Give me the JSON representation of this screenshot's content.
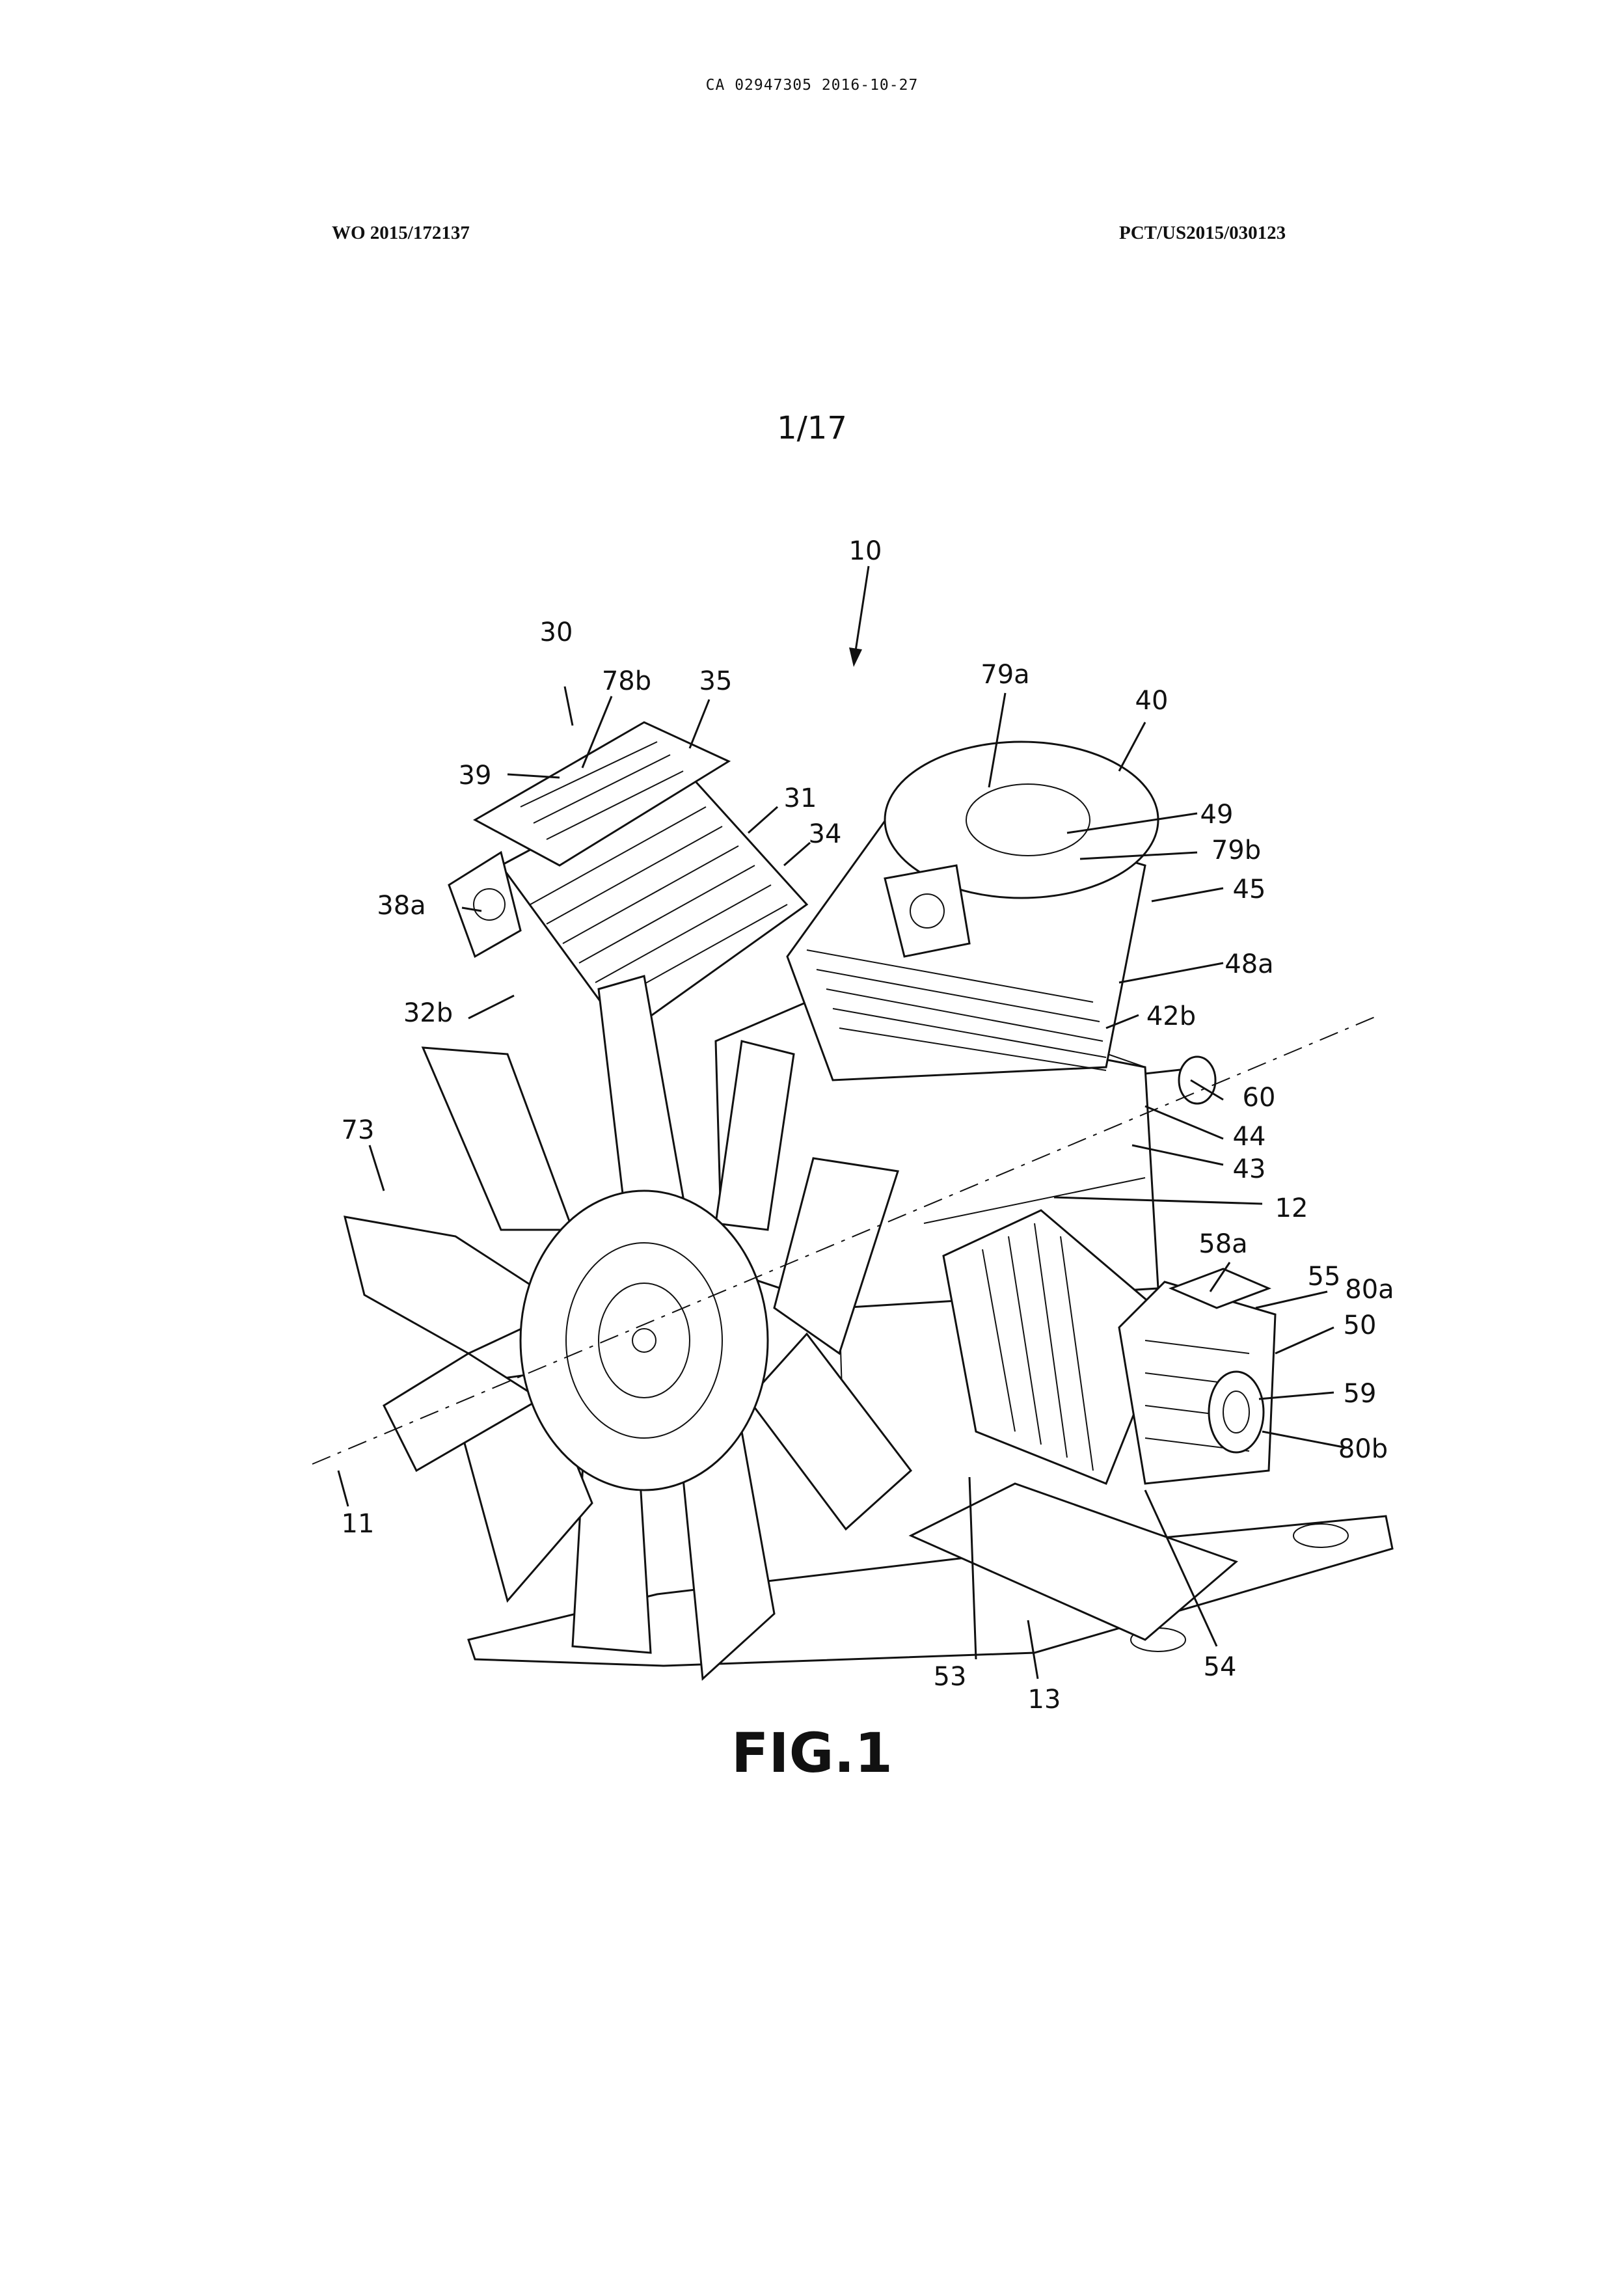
{
  "header": {
    "ca_line": "CA 02947305 2016-10-27",
    "wo_number": "WO 2015/172137",
    "pct_number": "PCT/US2015/030123"
  },
  "sheet": "1/17",
  "figure": {
    "caption": "FIG.1",
    "labels": {
      "l10": "10",
      "l30": "30",
      "l78b": "78b",
      "l35": "35",
      "l39": "39",
      "l31": "31",
      "l34": "34",
      "l38a": "38a",
      "l32b": "32b",
      "l79a": "79a",
      "l40": "40",
      "l49": "49",
      "l79b": "79b",
      "l45": "45",
      "l48a": "48a",
      "l42b": "42b",
      "l60": "60",
      "l44": "44",
      "l43": "43",
      "l12": "12",
      "l73": "73",
      "l58a": "58a",
      "l55": "55",
      "l80a": "80a",
      "l50": "50",
      "l59": "59",
      "l80b": "80b",
      "l11": "11",
      "l53": "53",
      "l54": "54",
      "l13": "13"
    }
  }
}
